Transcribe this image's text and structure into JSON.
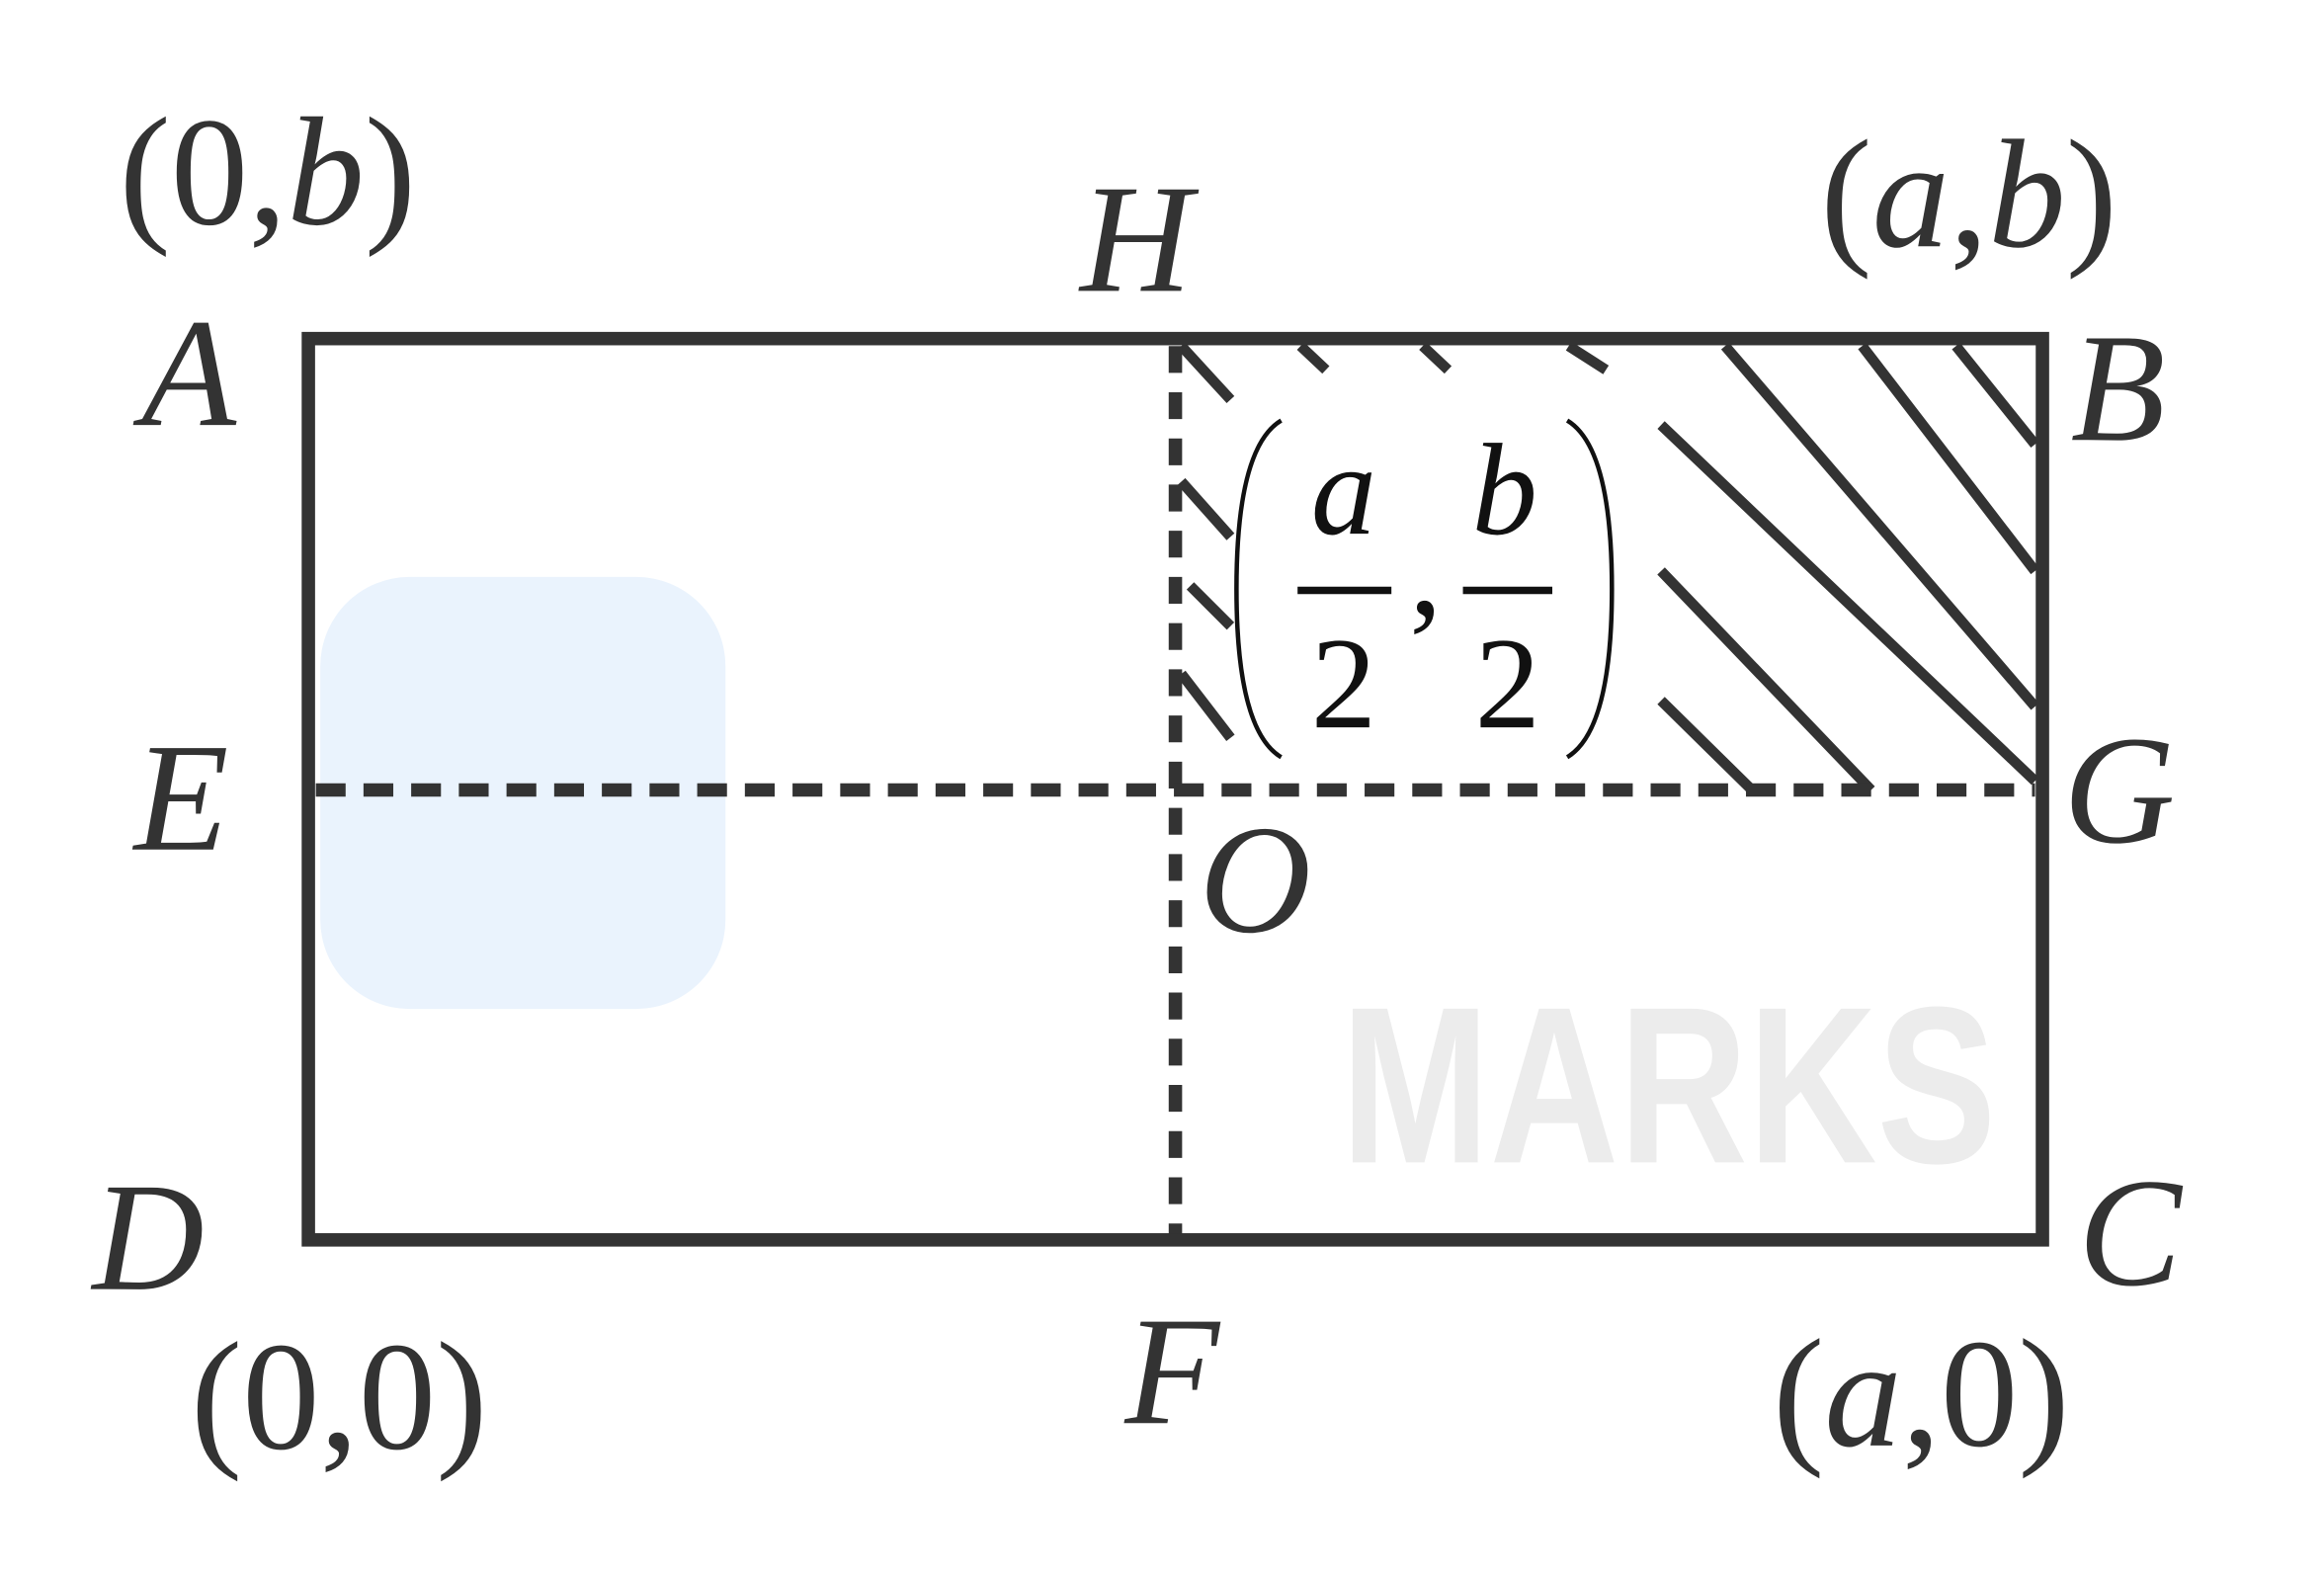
{
  "diagram": {
    "vertices": {
      "A": "A",
      "B": "B",
      "C": "C",
      "D": "D",
      "E": "E",
      "F": "F",
      "G": "G",
      "H": "H",
      "O": "O"
    },
    "coordinates": {
      "A": {
        "open": "(",
        "x": "0",
        "comma": ",",
        "y": "b",
        "close": ")"
      },
      "B": {
        "open": "(",
        "x": "a",
        "comma": ",",
        "y": "b",
        "close": ")"
      },
      "C": {
        "open": "(",
        "x": "a",
        "comma": ",",
        "y": "0",
        "close": ")"
      },
      "D": {
        "open": "(",
        "x": "0",
        "comma": ",",
        "y": "0",
        "close": ")"
      },
      "O": {
        "num_x": "a",
        "den_x": "2",
        "num_y": "b",
        "den_y": "2",
        "comma": ","
      }
    },
    "watermark": "MARKS",
    "colors": {
      "stroke": "#333333",
      "watermark": "#ececec",
      "logo": "#eaf3fd"
    }
  }
}
